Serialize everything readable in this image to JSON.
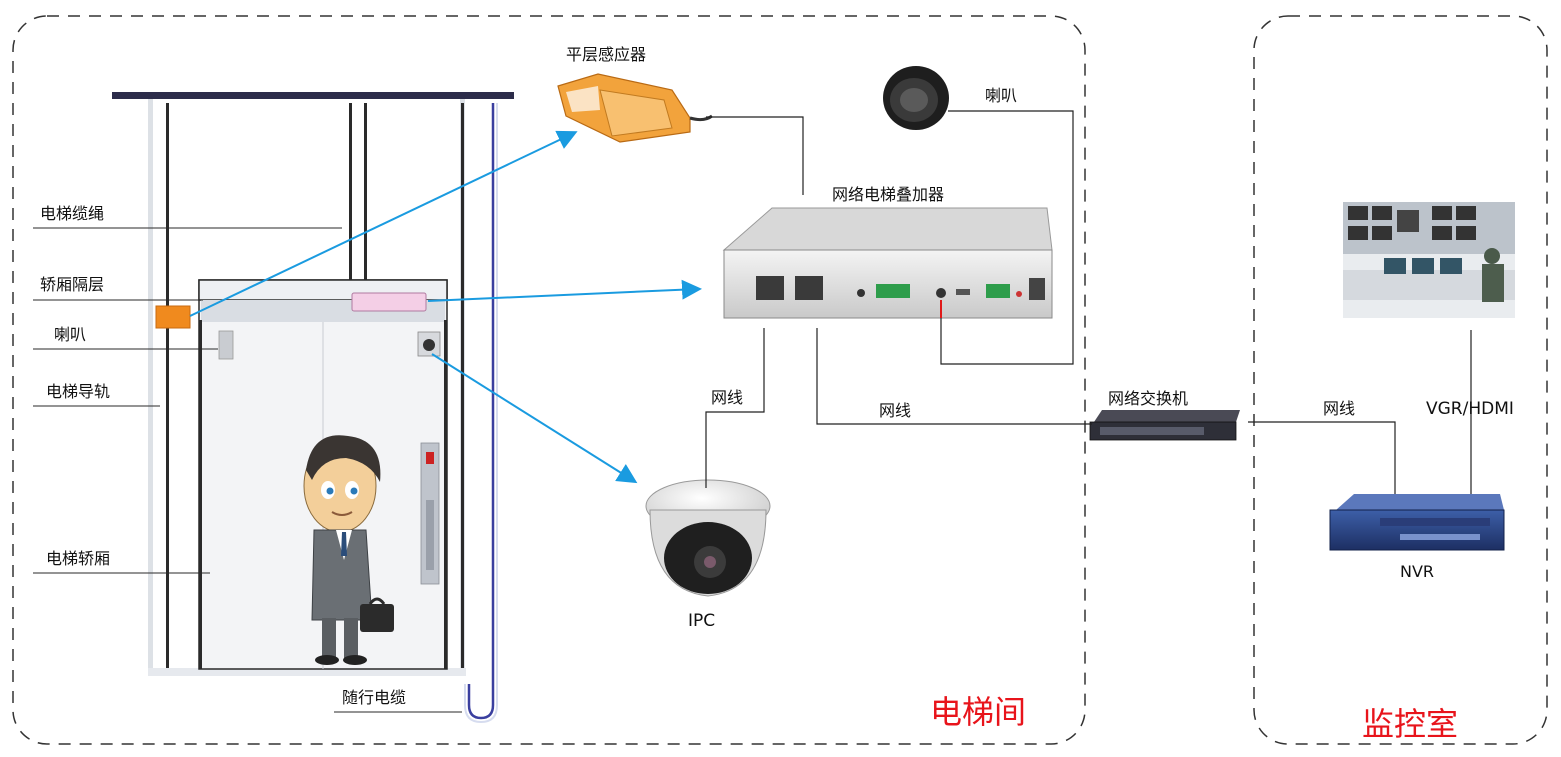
{
  "zones": {
    "elevator_room": "电梯间",
    "monitor_room": "监控室"
  },
  "elevator_labels": {
    "rope": "电梯缆绳",
    "car_partition": "轿厢隔层",
    "speaker": "喇叭",
    "guide_rail": "电梯导轨",
    "car": "电梯轿厢",
    "trailing_cable": "随行电缆"
  },
  "devices": {
    "level_sensor": "平层感应器",
    "speaker": "喇叭",
    "overlay": "网络电梯叠加器",
    "ipc": "IPC",
    "switch": "网络交换机",
    "nvr": "NVR"
  },
  "cables": {
    "net_ipc": "网线",
    "net_overlay": "网线",
    "net_nvr": "网线",
    "video_out": "VGR/HDMI"
  },
  "colors": {
    "zone_title": "#e8141b",
    "arrow": "#1a9be0",
    "line": "#222222",
    "sensor": "#f08a1e"
  }
}
